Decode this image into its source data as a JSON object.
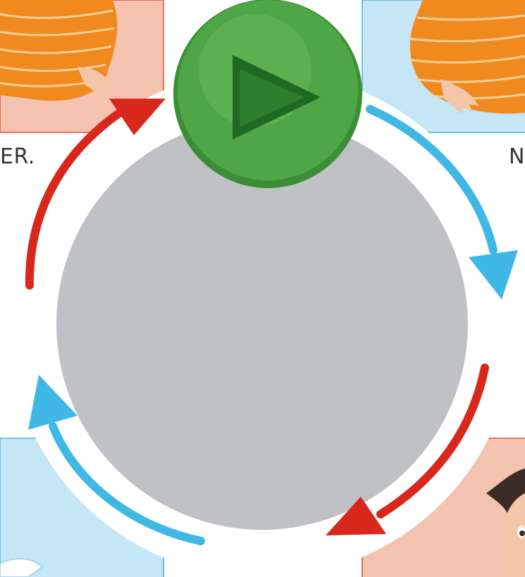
{
  "labels": {
    "left": "ER.",
    "right": "N"
  },
  "colors": {
    "panel_pink": "#f4c3b0",
    "panel_blue": "#c4e6f5",
    "panel_border_red": "#e0573f",
    "panel_border_blue": "#4bb6e4",
    "ring_white": "#ffffff",
    "center_gray": "#c0c1c5",
    "arrow_red": "#d8281c",
    "arrow_blue": "#40b8e5",
    "play_green": "#4ea646",
    "play_dark_green": "#1e6a23",
    "sweater_orange": "#f08a1e",
    "skin": "#f3c6a7"
  },
  "icons": {
    "play_button": "play-icon",
    "arrows": [
      "cycle-arrow-red-top-left",
      "cycle-arrow-blue-top-right",
      "cycle-arrow-red-bottom-right",
      "cycle-arrow-blue-bottom-left"
    ]
  }
}
